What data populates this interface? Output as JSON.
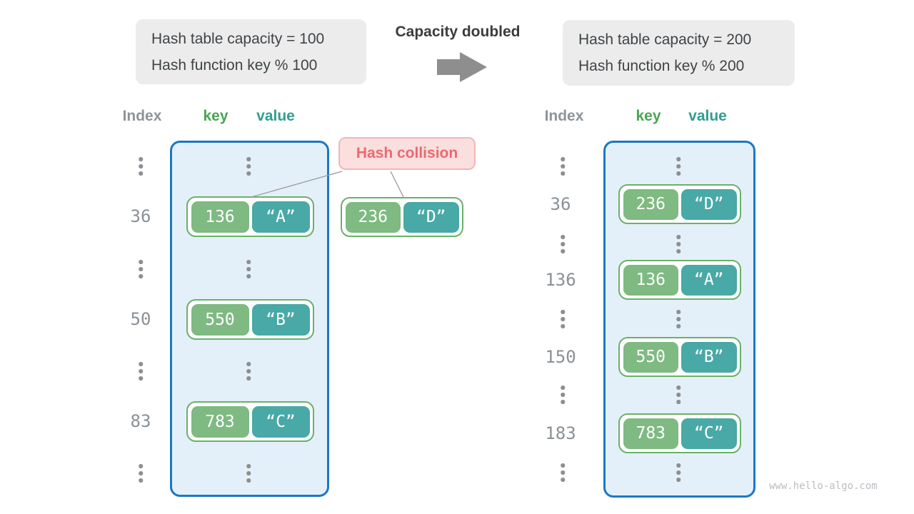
{
  "header": {
    "before_box": {
      "line1": "Hash table capacity = 100",
      "line2": "Hash function key % 100"
    },
    "transition_label": "Capacity doubled",
    "after_box": {
      "line1": "Hash table capacity = 200",
      "line2": "Hash function key % 200"
    }
  },
  "column_headers": {
    "index": "Index",
    "key": "key",
    "value": "value"
  },
  "collision": {
    "label": "Hash collision"
  },
  "left_table": {
    "rows": [
      {
        "index": "36",
        "key": "136",
        "value": "“A”"
      },
      {
        "index": "50",
        "key": "550",
        "value": "“B”"
      },
      {
        "index": "83",
        "key": "783",
        "value": "“C”"
      }
    ]
  },
  "floating_pair": {
    "key": "236",
    "value": "“D”"
  },
  "right_table": {
    "rows": [
      {
        "index": "36",
        "key": "236",
        "value": "“D”"
      },
      {
        "index": "136",
        "key": "136",
        "value": "“A”"
      },
      {
        "index": "150",
        "key": "550",
        "value": "“B”"
      },
      {
        "index": "183",
        "key": "783",
        "value": "“C”"
      }
    ]
  },
  "watermark": "www.hello-algo.com",
  "colors": {
    "table_border": "#1a78c4",
    "table_bg": "#e4f0f9",
    "key_green": "#7eba81",
    "value_teal": "#48a9a6",
    "pair_border": "#6ab168",
    "header_key": "#48a553",
    "header_value": "#2f9e93",
    "index_gray": "#8a9096",
    "collision_text": "#ea6a70",
    "collision_bg": "#fbdede",
    "collision_border": "#f5b5b8",
    "note_bg": "#ececec",
    "arrow_gray": "#8e8e8e"
  }
}
